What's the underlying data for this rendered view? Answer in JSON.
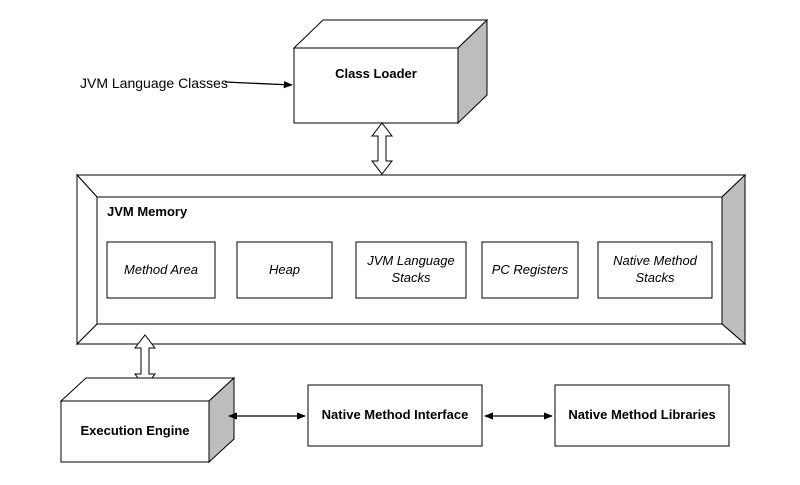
{
  "input_label": "JVM Language Classes",
  "class_loader": "Class Loader",
  "jvm_memory": {
    "title": "JVM Memory",
    "areas": [
      "Method Area",
      "Heap",
      "JVM Language Stacks",
      "PC Registers",
      "Native Method Stacks"
    ]
  },
  "execution_engine": "Execution Engine",
  "native_interface": "Native Method Interface",
  "native_libraries": "Native Method Libraries"
}
